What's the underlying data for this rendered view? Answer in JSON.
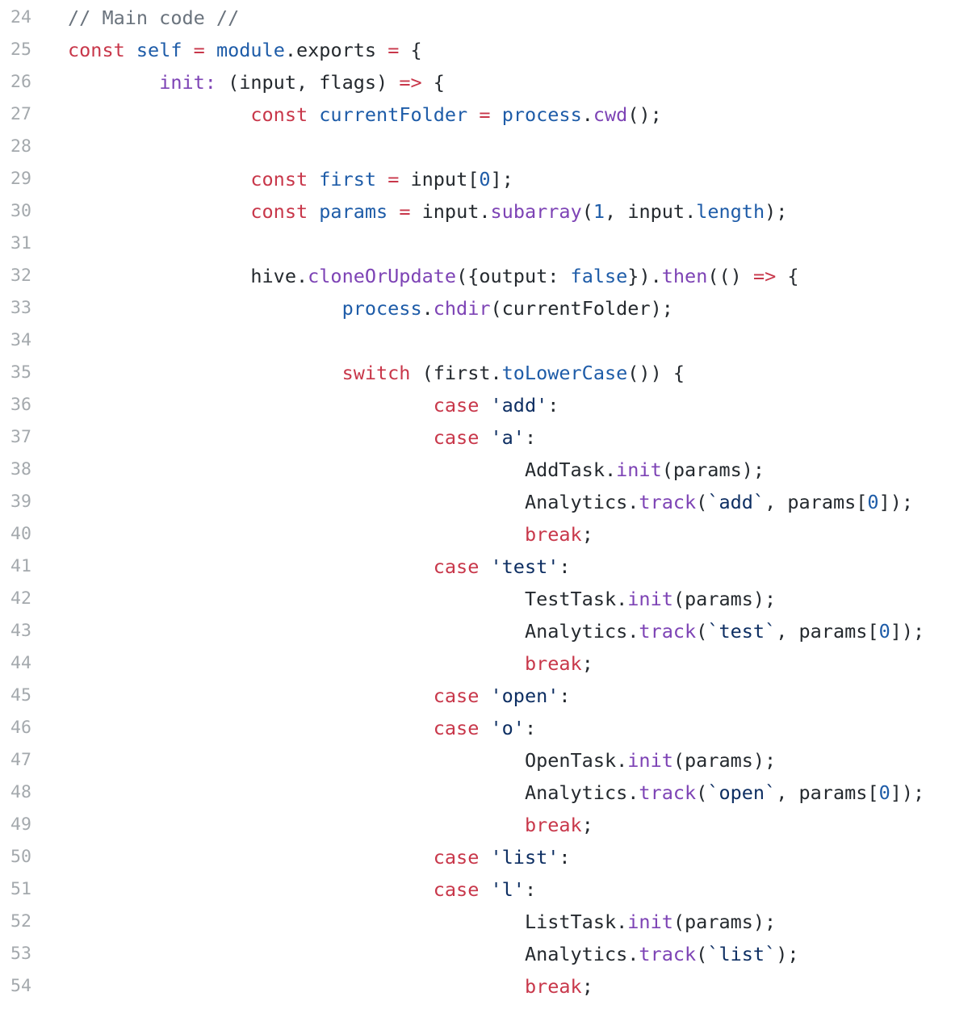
{
  "colors": {
    "background": "#ffffff",
    "line_number": "#a4a9ad",
    "plain": "#24292e",
    "keyword": "#c8374a",
    "entity": "#1e5ca8",
    "function": "#7d43b5",
    "string": "#0d2e62",
    "number": "#1e5ca8",
    "comment": "#6a737d"
  },
  "code": {
    "indent_unit": "        ",
    "lines": [
      {
        "number": "24",
        "indent": 0,
        "tokens": [
          [
            "comment",
            "// Main code //"
          ]
        ]
      },
      {
        "number": "25",
        "indent": 0,
        "tokens": [
          [
            "keyword",
            "const"
          ],
          [
            "plain",
            " "
          ],
          [
            "entity",
            "self"
          ],
          [
            "plain",
            " "
          ],
          [
            "keyword",
            "="
          ],
          [
            "plain",
            " "
          ],
          [
            "entity",
            "module"
          ],
          [
            "plain",
            ".exports "
          ],
          [
            "keyword",
            "="
          ],
          [
            "plain",
            " {"
          ]
        ]
      },
      {
        "number": "26",
        "indent": 1,
        "tokens": [
          [
            "function",
            "init:"
          ],
          [
            "plain",
            " (input, flags) "
          ],
          [
            "keyword",
            "=>"
          ],
          [
            "plain",
            " {"
          ]
        ]
      },
      {
        "number": "27",
        "indent": 2,
        "tokens": [
          [
            "keyword",
            "const"
          ],
          [
            "plain",
            " "
          ],
          [
            "entity",
            "currentFolder"
          ],
          [
            "plain",
            " "
          ],
          [
            "keyword",
            "="
          ],
          [
            "plain",
            " "
          ],
          [
            "entity",
            "process"
          ],
          [
            "plain",
            "."
          ],
          [
            "function",
            "cwd"
          ],
          [
            "plain",
            "();"
          ]
        ]
      },
      {
        "number": "28",
        "indent": 0,
        "tokens": []
      },
      {
        "number": "29",
        "indent": 2,
        "tokens": [
          [
            "keyword",
            "const"
          ],
          [
            "plain",
            " "
          ],
          [
            "entity",
            "first"
          ],
          [
            "plain",
            " "
          ],
          [
            "keyword",
            "="
          ],
          [
            "plain",
            " input["
          ],
          [
            "number",
            "0"
          ],
          [
            "plain",
            "];"
          ]
        ]
      },
      {
        "number": "30",
        "indent": 2,
        "tokens": [
          [
            "keyword",
            "const"
          ],
          [
            "plain",
            " "
          ],
          [
            "entity",
            "params"
          ],
          [
            "plain",
            " "
          ],
          [
            "keyword",
            "="
          ],
          [
            "plain",
            " input."
          ],
          [
            "function",
            "subarray"
          ],
          [
            "plain",
            "("
          ],
          [
            "number",
            "1"
          ],
          [
            "plain",
            ", input."
          ],
          [
            "entity",
            "length"
          ],
          [
            "plain",
            ");"
          ]
        ]
      },
      {
        "number": "31",
        "indent": 0,
        "tokens": []
      },
      {
        "number": "32",
        "indent": 2,
        "tokens": [
          [
            "plain",
            "hive."
          ],
          [
            "function",
            "cloneOrUpdate"
          ],
          [
            "plain",
            "({output: "
          ],
          [
            "entity",
            "false"
          ],
          [
            "plain",
            "})."
          ],
          [
            "function",
            "then"
          ],
          [
            "plain",
            "(() "
          ],
          [
            "keyword",
            "=>"
          ],
          [
            "plain",
            " {"
          ]
        ]
      },
      {
        "number": "33",
        "indent": 3,
        "tokens": [
          [
            "entity",
            "process"
          ],
          [
            "plain",
            "."
          ],
          [
            "function",
            "chdir"
          ],
          [
            "plain",
            "(currentFolder);"
          ]
        ]
      },
      {
        "number": "34",
        "indent": 0,
        "tokens": []
      },
      {
        "number": "35",
        "indent": 3,
        "tokens": [
          [
            "keyword",
            "switch"
          ],
          [
            "plain",
            " (first."
          ],
          [
            "entity",
            "toLowerCase"
          ],
          [
            "plain",
            "()) {"
          ]
        ]
      },
      {
        "number": "36",
        "indent": 4,
        "tokens": [
          [
            "keyword",
            "case"
          ],
          [
            "plain",
            " "
          ],
          [
            "string",
            "'add'"
          ],
          [
            "plain",
            ":"
          ]
        ]
      },
      {
        "number": "37",
        "indent": 4,
        "tokens": [
          [
            "keyword",
            "case"
          ],
          [
            "plain",
            " "
          ],
          [
            "string",
            "'a'"
          ],
          [
            "plain",
            ":"
          ]
        ]
      },
      {
        "number": "38",
        "indent": 5,
        "tokens": [
          [
            "plain",
            "AddTask."
          ],
          [
            "function",
            "init"
          ],
          [
            "plain",
            "(params);"
          ]
        ]
      },
      {
        "number": "39",
        "indent": 5,
        "tokens": [
          [
            "plain",
            "Analytics."
          ],
          [
            "function",
            "track"
          ],
          [
            "plain",
            "("
          ],
          [
            "string",
            "`add`"
          ],
          [
            "plain",
            ", params["
          ],
          [
            "number",
            "0"
          ],
          [
            "plain",
            "]);"
          ]
        ]
      },
      {
        "number": "40",
        "indent": 5,
        "tokens": [
          [
            "keyword",
            "break"
          ],
          [
            "plain",
            ";"
          ]
        ]
      },
      {
        "number": "41",
        "indent": 4,
        "tokens": [
          [
            "keyword",
            "case"
          ],
          [
            "plain",
            " "
          ],
          [
            "string",
            "'test'"
          ],
          [
            "plain",
            ":"
          ]
        ]
      },
      {
        "number": "42",
        "indent": 5,
        "tokens": [
          [
            "plain",
            "TestTask."
          ],
          [
            "function",
            "init"
          ],
          [
            "plain",
            "(params);"
          ]
        ]
      },
      {
        "number": "43",
        "indent": 5,
        "tokens": [
          [
            "plain",
            "Analytics."
          ],
          [
            "function",
            "track"
          ],
          [
            "plain",
            "("
          ],
          [
            "string",
            "`test`"
          ],
          [
            "plain",
            ", params["
          ],
          [
            "number",
            "0"
          ],
          [
            "plain",
            "]);"
          ]
        ]
      },
      {
        "number": "44",
        "indent": 5,
        "tokens": [
          [
            "keyword",
            "break"
          ],
          [
            "plain",
            ";"
          ]
        ]
      },
      {
        "number": "45",
        "indent": 4,
        "tokens": [
          [
            "keyword",
            "case"
          ],
          [
            "plain",
            " "
          ],
          [
            "string",
            "'open'"
          ],
          [
            "plain",
            ":"
          ]
        ]
      },
      {
        "number": "46",
        "indent": 4,
        "tokens": [
          [
            "keyword",
            "case"
          ],
          [
            "plain",
            " "
          ],
          [
            "string",
            "'o'"
          ],
          [
            "plain",
            ":"
          ]
        ]
      },
      {
        "number": "47",
        "indent": 5,
        "tokens": [
          [
            "plain",
            "OpenTask."
          ],
          [
            "function",
            "init"
          ],
          [
            "plain",
            "(params);"
          ]
        ]
      },
      {
        "number": "48",
        "indent": 5,
        "tokens": [
          [
            "plain",
            "Analytics."
          ],
          [
            "function",
            "track"
          ],
          [
            "plain",
            "("
          ],
          [
            "string",
            "`open`"
          ],
          [
            "plain",
            ", params["
          ],
          [
            "number",
            "0"
          ],
          [
            "plain",
            "]);"
          ]
        ]
      },
      {
        "number": "49",
        "indent": 5,
        "tokens": [
          [
            "keyword",
            "break"
          ],
          [
            "plain",
            ";"
          ]
        ]
      },
      {
        "number": "50",
        "indent": 4,
        "tokens": [
          [
            "keyword",
            "case"
          ],
          [
            "plain",
            " "
          ],
          [
            "string",
            "'list'"
          ],
          [
            "plain",
            ":"
          ]
        ]
      },
      {
        "number": "51",
        "indent": 4,
        "tokens": [
          [
            "keyword",
            "case"
          ],
          [
            "plain",
            " "
          ],
          [
            "string",
            "'l'"
          ],
          [
            "plain",
            ":"
          ]
        ]
      },
      {
        "number": "52",
        "indent": 5,
        "tokens": [
          [
            "plain",
            "ListTask."
          ],
          [
            "function",
            "init"
          ],
          [
            "plain",
            "(params);"
          ]
        ]
      },
      {
        "number": "53",
        "indent": 5,
        "tokens": [
          [
            "plain",
            "Analytics."
          ],
          [
            "function",
            "track"
          ],
          [
            "plain",
            "("
          ],
          [
            "string",
            "`list`"
          ],
          [
            "plain",
            ");"
          ]
        ]
      },
      {
        "number": "54",
        "indent": 5,
        "tokens": [
          [
            "keyword",
            "break"
          ],
          [
            "plain",
            ";"
          ]
        ]
      }
    ]
  }
}
